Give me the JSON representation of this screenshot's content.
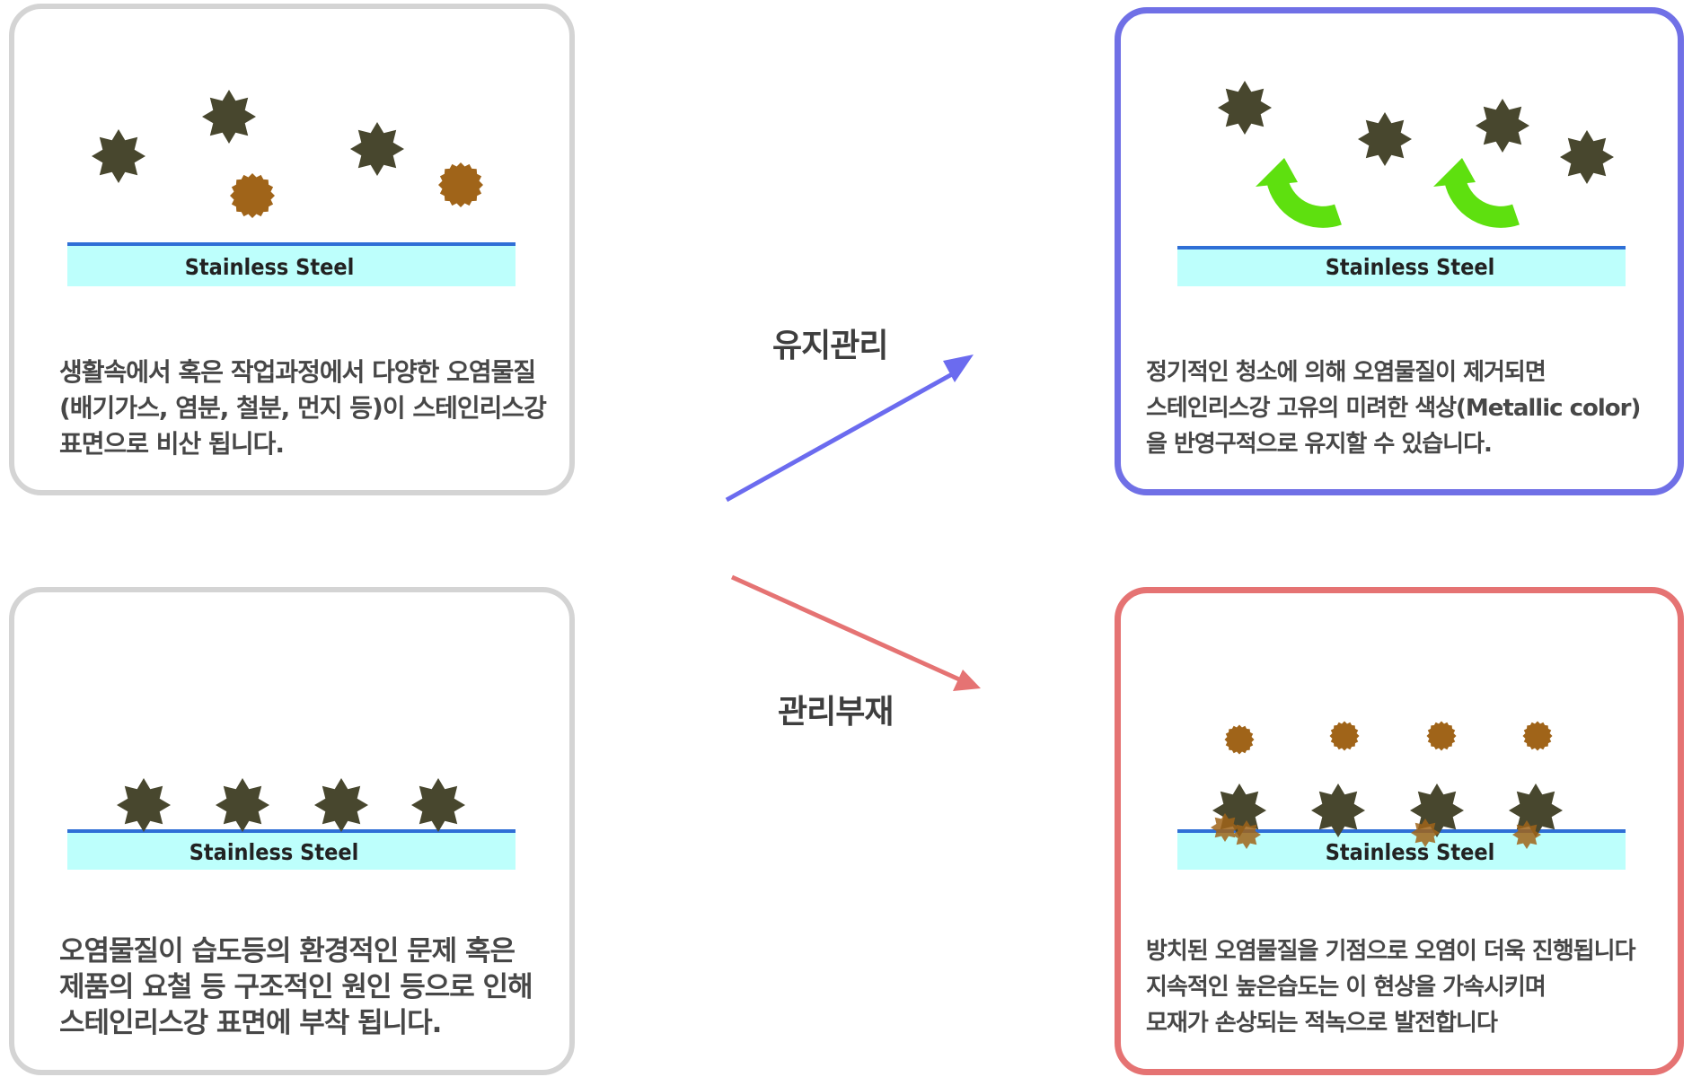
{
  "panels": {
    "before": {
      "steel_label": "Stainless Steel",
      "lines": [
        "생활속에서 혹은 작업과정에서 다양한 오염물질",
        "(배기가스, 염분, 철분, 먼지 등)이 스테인리스강",
        "표면으로 비산 됩니다."
      ],
      "border_color": "#d4d4d4"
    },
    "attached": {
      "steel_label": "Stainless Steel",
      "lines": [
        "오염물질이 습도등의 환경적인 문제 혹은",
        "제품의 요철 등 구조적인 원인 등으로 인해",
        "스테인리스강 표면에 부착 됩니다."
      ],
      "border_color": "#d4d4d4"
    },
    "maintained": {
      "steel_label": "Stainless Steel",
      "lines": [
        "정기적인 청소에 의해 오염물질이 제거되면",
        "스테인리스강 고유의 미려한 색상(Metallic color)",
        "을 반영구적으로 유지할 수 있습니다."
      ],
      "border_color": "#7070e6"
    },
    "neglected": {
      "steel_label": "Stainless Steel",
      "lines": [
        "방치된 오염물질을 기점으로 오염이 더욱 진행됩니다",
        "지속적인 높은습도는 이 현상을 가속시키며",
        "모재가 손상되는 적녹으로 발전합니다"
      ],
      "border_color": "#e57373"
    }
  },
  "flows": {
    "maintain": {
      "label": "유지관리",
      "color": "#6b6bef"
    },
    "neglect": {
      "label": "관리부재",
      "color": "#e57373"
    }
  },
  "colors": {
    "steel_fill": "#bdfffc",
    "steel_line": "#2f6fd6",
    "star": "#48472e",
    "particle": "#a06419",
    "cleaning_arrow": "#5ee00f"
  }
}
